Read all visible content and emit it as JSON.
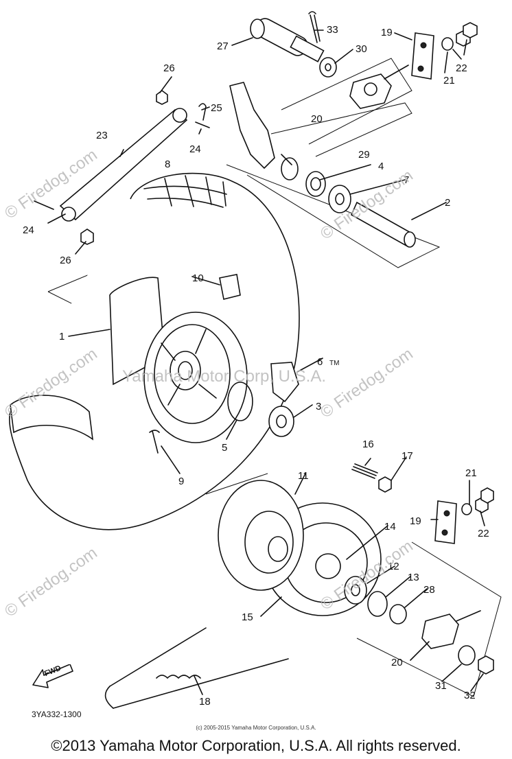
{
  "diagram": {
    "callouts": [
      {
        "id": "c33",
        "text": "33"
      },
      {
        "id": "c27",
        "text": "27"
      },
      {
        "id": "c19a",
        "text": "19"
      },
      {
        "id": "c30",
        "text": "30"
      },
      {
        "id": "c22a",
        "text": "22"
      },
      {
        "id": "c21a",
        "text": "21"
      },
      {
        "id": "c26a",
        "text": "26"
      },
      {
        "id": "c25",
        "text": "25"
      },
      {
        "id": "c20a",
        "text": "20"
      },
      {
        "id": "c24a",
        "text": "24"
      },
      {
        "id": "c23",
        "text": "23"
      },
      {
        "id": "c29",
        "text": "29"
      },
      {
        "id": "c8",
        "text": "8"
      },
      {
        "id": "c4",
        "text": "4"
      },
      {
        "id": "c7",
        "text": "7"
      },
      {
        "id": "c2",
        "text": "2"
      },
      {
        "id": "c24b",
        "text": "24"
      },
      {
        "id": "c26b",
        "text": "26"
      },
      {
        "id": "c10",
        "text": "10"
      },
      {
        "id": "c1",
        "text": "1"
      },
      {
        "id": "c6",
        "text": "6"
      },
      {
        "id": "c3",
        "text": "3"
      },
      {
        "id": "c5",
        "text": "5"
      },
      {
        "id": "c9",
        "text": "9"
      },
      {
        "id": "c16",
        "text": "16"
      },
      {
        "id": "c17",
        "text": "17"
      },
      {
        "id": "c11",
        "text": "11"
      },
      {
        "id": "c21b",
        "text": "21"
      },
      {
        "id": "c19b",
        "text": "19"
      },
      {
        "id": "c22b",
        "text": "22"
      },
      {
        "id": "c14",
        "text": "14"
      },
      {
        "id": "c12",
        "text": "12"
      },
      {
        "id": "c13",
        "text": "13"
      },
      {
        "id": "c28",
        "text": "28"
      },
      {
        "id": "c15",
        "text": "15"
      },
      {
        "id": "c20b",
        "text": "20"
      },
      {
        "id": "c31",
        "text": "31"
      },
      {
        "id": "c32",
        "text": "32"
      },
      {
        "id": "c18",
        "text": "18"
      }
    ],
    "fwd_label": "FWD",
    "part_number": "3YA332-1300",
    "tm_mark": "TM"
  },
  "watermarks": {
    "firedog": "© Firedog.com",
    "middle": "Yamaha Motor Corp, U.S.A."
  },
  "footer": {
    "small_copyright": "(c) 2005-2015 Yamaha Motor Corporation, U.S.A.",
    "copyright": "©2013 Yamaha Motor Corporation, U.S.A. All rights reserved."
  }
}
